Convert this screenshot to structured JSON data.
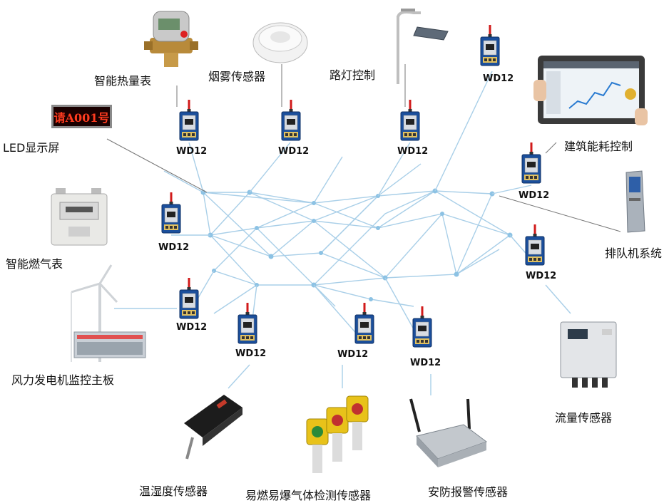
{
  "module_label": "WD12",
  "led_screen_text": "请A001号",
  "devices": {
    "heat_meter": "智能热量表",
    "smoke_sensor": "烟雾传感器",
    "street_light": "路灯控制",
    "led_display": "LED显示屏",
    "building_energy": "建筑能耗控制",
    "gas_meter": "智能燃气表",
    "queue_system": "排队机系统",
    "wind_turbine": "风力发电机监控主板",
    "flow_sensor": "流量传感器",
    "temp_humidity": "温湿度传感器",
    "flammable_gas": "易燃易爆气体检测传感器",
    "security_alarm": "安防报警传感器"
  },
  "colors": {
    "mesh_line": "#a9cfe8",
    "mesh_node": "#8cc2e4",
    "module_board": "#1b4f9c",
    "antenna": "#d11a1a",
    "led_bg": "#1a0000",
    "led_text": "#ff3b1f"
  }
}
